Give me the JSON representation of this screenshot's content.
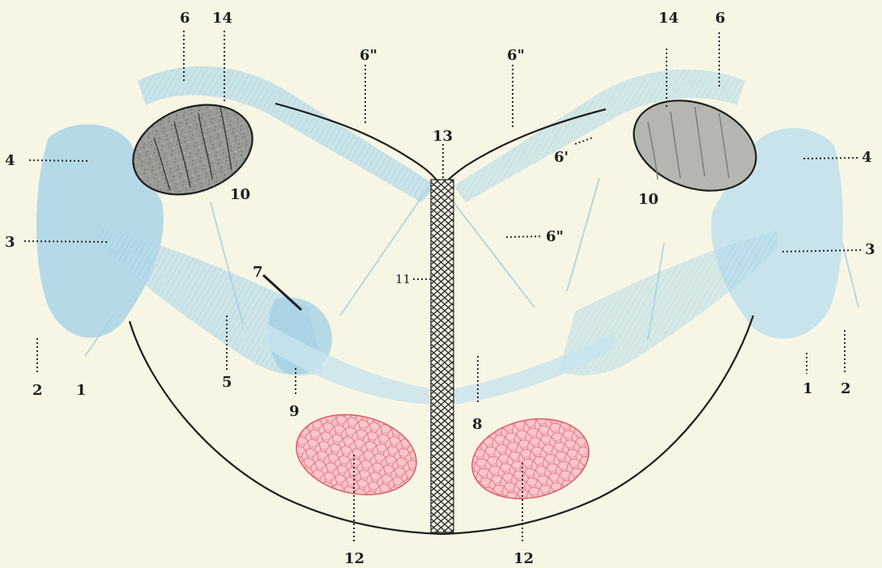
{
  "labels": {
    "l6_left": "6",
    "l14_left": "14",
    "l6pp_left": "6\"",
    "l6pp_right": "6\"",
    "l14_right": "14",
    "l6_right": "6",
    "l4_left": "4",
    "l4_right": "4",
    "l13": "13",
    "l6p_right": "6'",
    "l10_left": "10",
    "l10_right": "10",
    "l3_left": "3",
    "l3_right": "3",
    "l6pp_mid": "6\"",
    "l11": "11",
    "l7": "7",
    "l2_left": "2",
    "l1_left": "1",
    "l5": "5",
    "l9": "9",
    "l8": "8",
    "l1_right": "1",
    "l2_right": "2",
    "l12_left": "12",
    "l12_right": "12"
  },
  "colors": {
    "background": "#f7f6e4",
    "blue_tract": "#9fd0e6",
    "blue_tract_light": "#c8e4ee",
    "red_nucleus": "#f2a0a8",
    "red_nucleus_stroke": "#e05a6a",
    "gray_body": "#8a8a86",
    "ink": "#1e1e1e"
  }
}
